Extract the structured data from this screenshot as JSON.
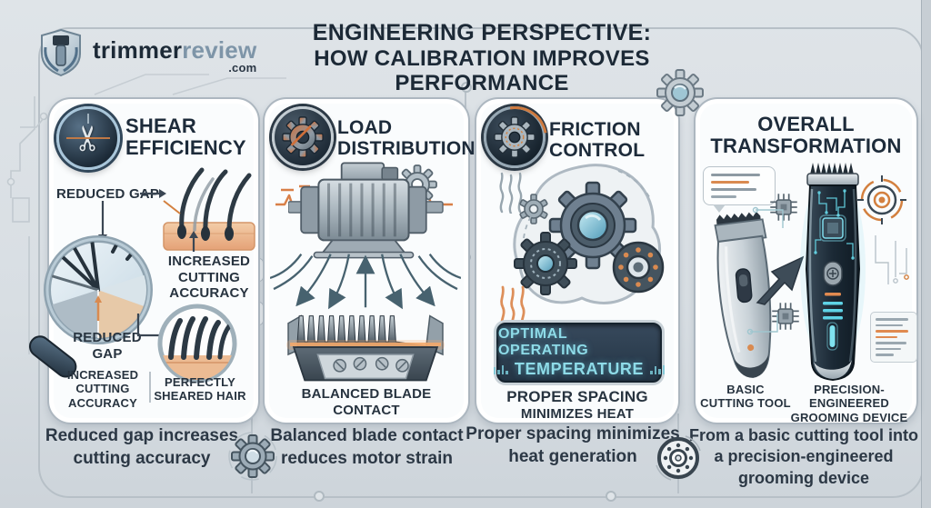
{
  "brand": {
    "logo_part1": "trimmer",
    "logo_part2": "review",
    "logo_tld": ".com"
  },
  "header": {
    "title_line1": "ENGINEERING PERSPECTIVE:",
    "title_line2": "HOW CALIBRATION IMPROVES PERFORMANCE"
  },
  "panels": {
    "shear": {
      "title_line1": "SHEAR",
      "title_line2": "EFFICIENCY",
      "label_reduced_gap": "REDUCED GAP",
      "label_increased_accuracy": "INCREASED CUTTING ACCURACY",
      "label_reduced_gap_2": "REDUCED GAP",
      "label_bottom_left": "INCREASED CUTTING ACCURACY",
      "label_bottom_right": "PERFECTLY SHEARED HAIR"
    },
    "load": {
      "title_line1": "LOAD",
      "title_line2": "DISTRIBUTION",
      "label": "BALANCED BLADE CONTACT"
    },
    "friction": {
      "title_line1": "FRICTION",
      "title_line2": "CONTROL",
      "display_line1": "OPTIMAL OPERATING",
      "display_line2": "TEMPERATURE",
      "label_line1": "PROPER SPACING",
      "label_line2": "MINIMIZES HEAT"
    },
    "overall": {
      "title_line1": "OVERALL",
      "title_line2": "TRANSFORMATION",
      "label_left": "BASIC CUTTING TOOL",
      "label_right": "PRECISION-ENGINEERED GROOMING DEVICE"
    }
  },
  "captions": {
    "shear": "Reduced gap increases cutting accuracy",
    "load": "Balanced blade contact reduces motor strain",
    "friction": "Proper spacing minimizes heat generation",
    "overall": "From a basic cutting tool into a precision-engineered grooming device"
  },
  "colors": {
    "background": "#d9dfe4",
    "panel": "#fafcfd",
    "panel_border": "#aeb8c0",
    "navy": "#1d2b3a",
    "accent_orange": "#d98a50",
    "accent_cyan": "#7fd6e4",
    "display_bg": "#2b3c4e"
  }
}
